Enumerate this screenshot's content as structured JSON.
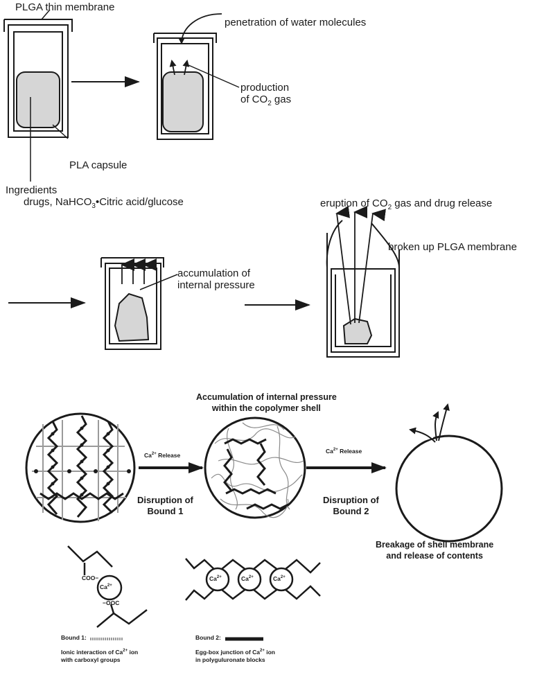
{
  "top": {
    "plga_membrane": "PLGA thin membrane",
    "penetration": "penetration of water molecules",
    "production_l1": "production",
    "production_l2": "of CO",
    "production_sub": "2",
    "production_l2b": " gas",
    "pla_capsule": "PLA capsule",
    "ingredients_l1": "Ingredients",
    "ingredients_l2a": "drugs, NaHCO",
    "ingredients_sub": "3",
    "ingredients_l2b": "•Citric acid/glucose",
    "eruption_a": "eruption of CO",
    "eruption_sub": "2",
    "eruption_b": " gas and drug release",
    "broken": "broken up PLGA membrane",
    "accum_l1": "accumulation of",
    "accum_l2": "internal pressure"
  },
  "bottom": {
    "title_l1": "Accumulation of internal pressure",
    "title_l2": "within the copolymer shell",
    "release1": "Ca",
    "release1_sup": "2+",
    "release1_b": " Release",
    "release2": "Ca",
    "release2_sup": "2+",
    "release2_b": " Release",
    "disrupt1_l1": "Disruption of",
    "disrupt1_l2": "Bound 1",
    "disrupt2_l1": "Disruption of",
    "disrupt2_l2": "Bound 2",
    "breakage_l1": "Breakage of shell membrane",
    "breakage_l2": "and release of contents",
    "coo": "COO",
    "ooc": "OOC",
    "ca_ion": "Ca",
    "ca_sup": "2+",
    "bound1_title": "Bound 1:",
    "bound1_desc_l1a": "Ionic interaction of Ca",
    "bound1_desc_sup": "2+",
    "bound1_desc_l1b": " ion",
    "bound1_desc_l2": "with carboxyl groups",
    "bound2_title": "Bound 2:",
    "bound2_desc_l1a": "Egg-box junction of Ca",
    "bound2_desc_sup": "2+",
    "bound2_desc_l1b": " ion",
    "bound2_desc_l2": "in polyguluronate blocks"
  },
  "colors": {
    "line": "#1a1a1a",
    "capsule_fill": "#d6d6d6",
    "gray_chain": "#9a9a9a"
  },
  "icons": [
    "arrow-right-icon",
    "arrow-up-icon",
    "ca-ion-icon",
    "polymer-network-icon",
    "shell-circle-icon"
  ]
}
